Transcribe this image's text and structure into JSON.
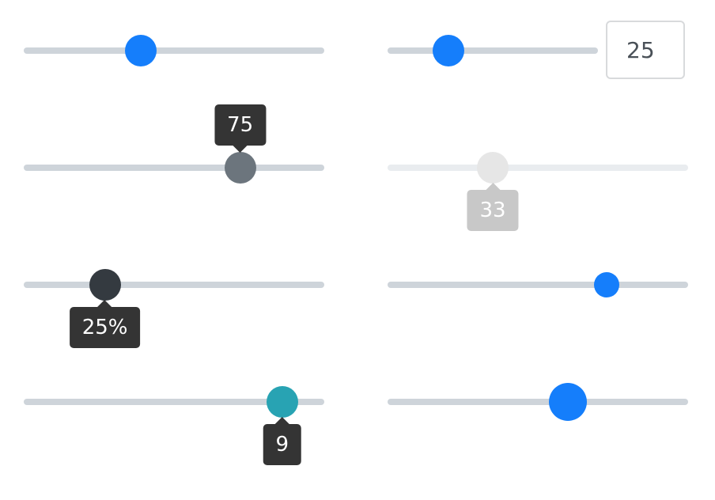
{
  "sliders": [
    {
      "value": 0.39,
      "thumb_color": "#157efb",
      "thumb_size": 40,
      "disabled": false
    },
    {
      "value": 0.29,
      "thumb_color": "#157efb",
      "thumb_size": 40,
      "disabled": false,
      "input_value": "25"
    },
    {
      "value": 0.72,
      "thumb_color": "#6c757d",
      "thumb_size": 40,
      "disabled": false,
      "tooltip": "75",
      "tooltip_color": "#343434",
      "tooltip_position": "above"
    },
    {
      "value": 0.35,
      "thumb_color": "#e6e6e6",
      "thumb_size": 40,
      "disabled": true,
      "tooltip": "33",
      "tooltip_color": "#c8c8c8",
      "tooltip_position": "below"
    },
    {
      "value": 0.27,
      "thumb_color": "#343a40",
      "thumb_size": 40,
      "disabled": false,
      "tooltip": "25%",
      "tooltip_color": "#343434",
      "tooltip_position": "below"
    },
    {
      "value": 0.73,
      "thumb_color": "#157efb",
      "thumb_size": 32,
      "disabled": false
    },
    {
      "value": 0.86,
      "thumb_color": "#28a3b3",
      "thumb_size": 40,
      "disabled": false,
      "tooltip": "9",
      "tooltip_color": "#343434",
      "tooltip_position": "below"
    },
    {
      "value": 0.6,
      "thumb_color": "#157efb",
      "thumb_size": 48,
      "disabled": false
    }
  ]
}
